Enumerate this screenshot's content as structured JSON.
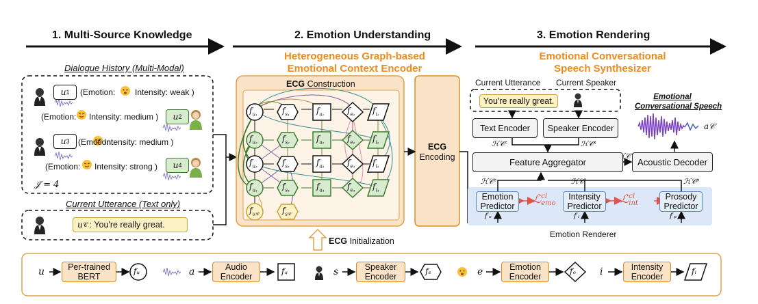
{
  "sections": {
    "s1": "1. Multi-Source Knowledge",
    "s2": "2. Emotion Understanding",
    "s3": "3. Emotion Rendering"
  },
  "left": {
    "dialogue_history_label": "Dialogue History (Multi-Modal)",
    "current_utterance_label": "Current Utterance (Text only)",
    "u1": "u",
    "u1_sub": "1",
    "u1_text": "(Emotion:",
    "u1_intensity": "Intensity: weak )",
    "u2_text": "(Emotion:",
    "u2_intensity": "Intensity: medium )",
    "u2": "u",
    "u2_sub": "2",
    "u3": "u",
    "u3_sub": "3",
    "u3_text": "(Emotion:",
    "u3_intensity": "Intensity: medium )",
    "u4_text": "(Emotion:",
    "u4_intensity": "Intensity: strong )",
    "u4": "u",
    "u4_sub": "4",
    "j_eq": "𝒥 = 4",
    "current_utt": "u",
    "current_utt_sub": "𝒞",
    "current_utt_text": ": You're really great."
  },
  "middle": {
    "title_line1": "Heterogeneous Graph-based",
    "title_line2": "Emotional Context Encoder",
    "ecg_construction_bold": "ECG",
    "ecg_construction_rest": " Construction",
    "ecg_encoding_line1": "ECG",
    "ecg_encoding_line2": "Encoding",
    "ecg_init_bold": "ECG",
    "ecg_init_rest": " Initialization",
    "nodes": [
      {
        "label": "f",
        "sub": "u₁"
      },
      {
        "label": "f",
        "sub": "s₁"
      },
      {
        "label": "f",
        "sub": "a₁"
      },
      {
        "label": "f",
        "sub": "e₁"
      },
      {
        "label": "f",
        "sub": "i₁"
      },
      {
        "label": "f",
        "sub": "u₂"
      },
      {
        "label": "f",
        "sub": "s₂"
      },
      {
        "label": "f",
        "sub": "a₂"
      },
      {
        "label": "f",
        "sub": "e₂"
      },
      {
        "label": "f",
        "sub": "i₂"
      },
      {
        "label": "f",
        "sub": "u₃"
      },
      {
        "label": "f",
        "sub": "s₃"
      },
      {
        "label": "f",
        "sub": "a₃"
      },
      {
        "label": "f",
        "sub": "e₃"
      },
      {
        "label": "f",
        "sub": "i₃"
      },
      {
        "label": "f",
        "sub": "u₄"
      },
      {
        "label": "f",
        "sub": "s₄"
      },
      {
        "label": "f",
        "sub": "a₄"
      },
      {
        "label": "f",
        "sub": "e₄"
      },
      {
        "label": "f",
        "sub": "i₄"
      },
      {
        "label": "f",
        "sub": "u𝒞"
      },
      {
        "label": "f",
        "sub": "s𝒞"
      }
    ]
  },
  "right": {
    "title_line1": "Emotional Conversational",
    "title_line2": "Speech Synthesizer",
    "current_utterance": "Current Utterance",
    "current_speaker": "Current Speaker",
    "utt_box_text": "You're really great.",
    "ecs_line1": "Emotional",
    "ecs_line2": "Conversational Speech",
    "a_c": "a𝒞",
    "text_encoder": "Text Encoder",
    "speaker_encoder": "Speaker Encoder",
    "h_c_c": "ℋ𝒞ᶜ",
    "h_c_s": "ℋ𝒞ˢ",
    "h_c": "ℋ𝒞",
    "feature_aggregator": "Feature Aggregator",
    "acoustic_decoder": "Acoustic Decoder",
    "h_c_e": "ℋ𝒞ᵉ",
    "h_c_i": "ℋ𝒞ⁱ",
    "h_c_p": "ℋ𝒞ᵖ",
    "emotion_predictor_l1": "Emotion",
    "emotion_predictor_l2": "Predictor",
    "intensity_predictor_l1": "Intensity",
    "intensity_predictor_l2": "Predictor",
    "prosody_predictor_l1": "Prosody",
    "prosody_predictor_l2": "Predictor",
    "loss_emo": "ℒ",
    "loss_emo_sup": "cl",
    "loss_emo_sub": "emo",
    "loss_int": "ℒ",
    "loss_int_sup": "cl",
    "loss_int_sub": "int",
    "f_e": "f′ₑ",
    "f_i": "f′ᵢ",
    "f_p": "f′ₚ",
    "emotion_renderer": "Emotion Renderer"
  },
  "bottom": {
    "u": "u",
    "bert_l1": "Per-trained",
    "bert_l2": "BERT",
    "f_u": "fᵤ",
    "a": "a",
    "audio_l1": "Audio",
    "audio_l2": "Encoder",
    "f_a": "fₐ",
    "s": "s",
    "speaker_l1": "Speaker",
    "speaker_l2": "Encoder",
    "f_s": "fₛ",
    "e": "e",
    "emotion_l1": "Emotion",
    "emotion_l2": "Encoder",
    "f_e": "fₑ",
    "i": "i",
    "intensity_l1": "Intensity",
    "intensity_l2": "Encoder",
    "f_i": "fᵢ"
  },
  "colors": {
    "orange": "#f08a1c",
    "orange_fill": "#fbe3c8",
    "green_fill": "#d8ebcf",
    "blue_fill": "#dce8f7",
    "loss_red": "#e0524a"
  }
}
